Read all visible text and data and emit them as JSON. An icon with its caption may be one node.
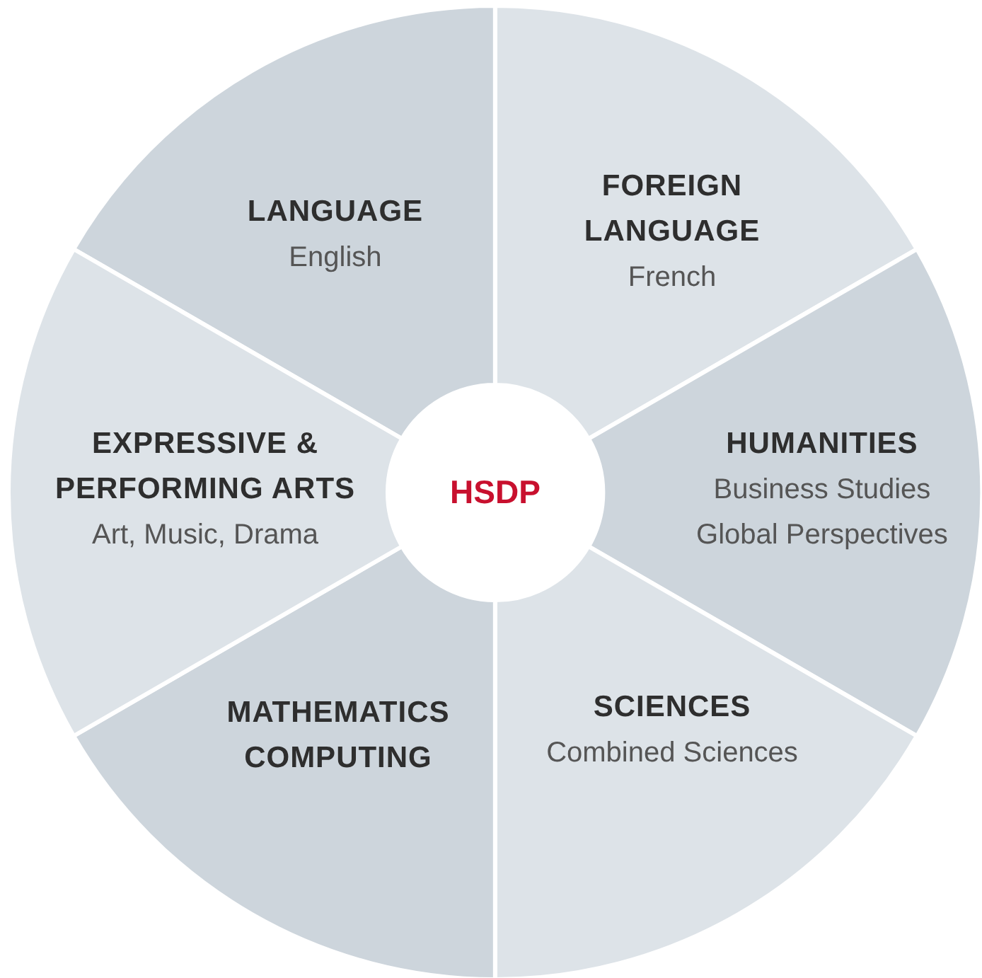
{
  "diagram": {
    "nodes": [
      {
        "text": [
          "HSDP"
        ]
      },
      {
        "text": [
          "LANGUAGE",
          "English"
        ]
      },
      {
        "text": [
          "FOREIGN LANGUAGE",
          "French"
        ]
      },
      {
        "text": [
          "HUMANITIES",
          "Business Studies",
          "Global Perspectives"
        ]
      },
      {
        "text": [
          "SCIENCES",
          "Combined Sciences"
        ]
      },
      {
        "text": [
          "MATHEMATICS COMPUTING"
        ]
      },
      {
        "text": [
          "EXPRESSIVE & PERFORMING ARTS",
          "Art, Music, Drama"
        ]
      }
    ]
  }
}
